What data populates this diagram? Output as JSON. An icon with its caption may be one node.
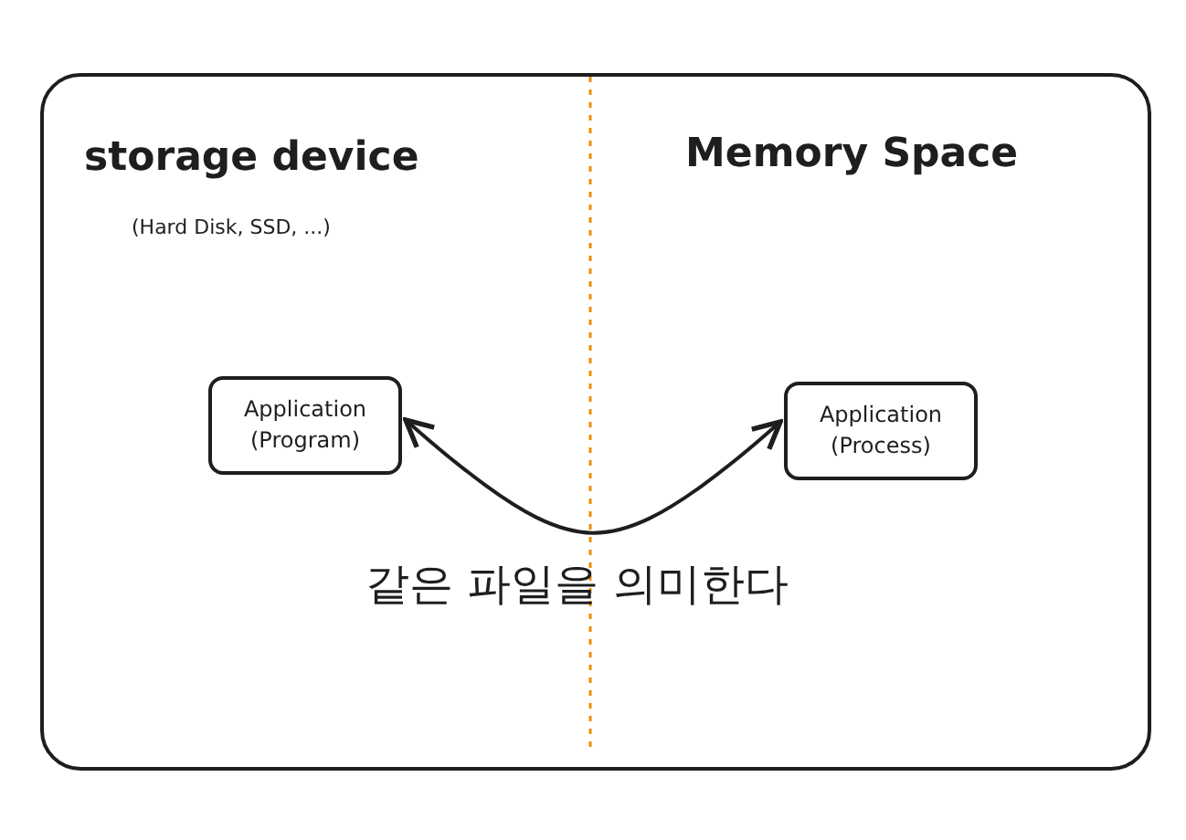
{
  "diagram": {
    "nodes": [
      {
        "text": [],
        "shape": "box"
      },
      {
        "text": [
          "Application (Program)"
        ],
        "in": 0
      },
      {
        "text": [
          "Application (Process)"
        ],
        "in": 0
      }
    ],
    "edges": [
      {
        "from": 1,
        "to": 2,
        "arrow": "both"
      }
    ],
    "labels": [
      "storage device",
      "(Hard Disk, SSD, ...)",
      "Memory Space",
      "같은 파일을 의미한다"
    ]
  }
}
